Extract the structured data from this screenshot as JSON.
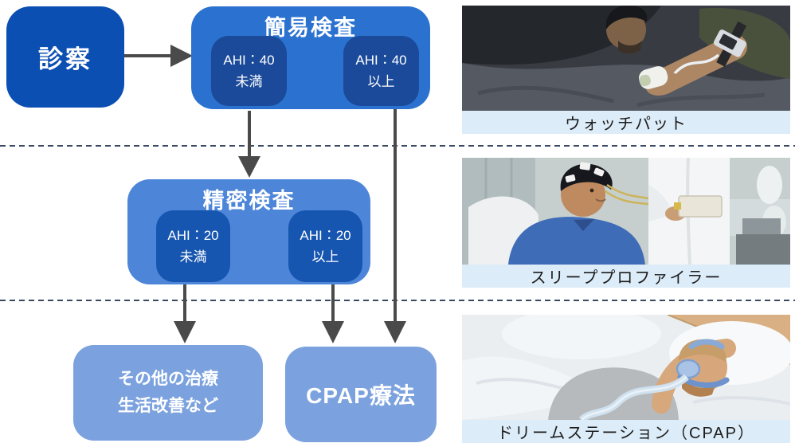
{
  "colors": {
    "primary_dark_blue": "#0b4fb3",
    "simple_test_blue": "#2b72d0",
    "detailed_test_blue": "#4d86d8",
    "subbox_navy_top": "#1a4a99",
    "subbox_navy_mid": "#1655b0",
    "outcome_light_blue": "#7ba2de",
    "caption_bg": "#dcecf8",
    "arrow_gray": "#4a4a4a",
    "divider_navy": "#3a4a63",
    "caption_text": "#1c1c1c"
  },
  "flowchart": {
    "consultation": {
      "label": "診察"
    },
    "simple_test": {
      "title": "簡易検査",
      "branches": [
        {
          "line1": "AHI：40",
          "line2": "未満"
        },
        {
          "line1": "AHI：40",
          "line2": "以上"
        }
      ]
    },
    "detailed_test": {
      "title": "精密検査",
      "branches": [
        {
          "line1": "AHI：20",
          "line2": "未満"
        },
        {
          "line1": "AHI：20",
          "line2": "以上"
        }
      ]
    },
    "outcomes": {
      "other_treatment": {
        "line1": "その他の治療",
        "line2": "生活改善など"
      },
      "cpap": {
        "label": "CPAP療法"
      }
    }
  },
  "photos": [
    {
      "caption": "ウォッチパット"
    },
    {
      "caption": "スリーププロファイラー"
    },
    {
      "caption": "ドリームステーション（CPAP）"
    }
  ]
}
